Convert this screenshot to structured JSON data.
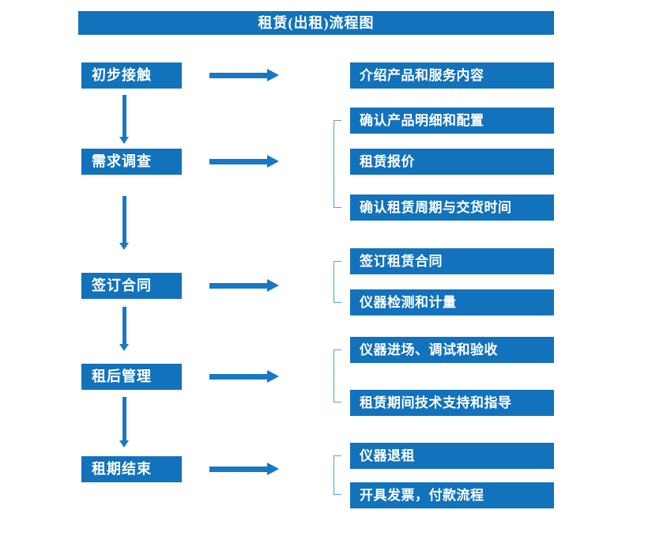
{
  "title": "租赁(出租)流程图",
  "colors": {
    "box": "#1272BC",
    "arrow": "#1778C6",
    "bracket": "#5B9BD5"
  },
  "stages": [
    {
      "label": "初步接触",
      "outputs": [
        "介绍产品和服务内容"
      ]
    },
    {
      "label": "需求调查",
      "outputs": [
        "确认产品明细和配置",
        "租赁报价",
        "确认租赁周期与交货时间"
      ]
    },
    {
      "label": "签订合同",
      "outputs": [
        "签订租赁合同",
        "仪器检测和计量"
      ]
    },
    {
      "label": "租后管理",
      "outputs": [
        "仪器进场、调试和验收",
        "租赁期间技术支持和指导"
      ]
    },
    {
      "label": "租期结束",
      "outputs": [
        "仪器退租",
        "开具发票，付款流程"
      ]
    }
  ]
}
